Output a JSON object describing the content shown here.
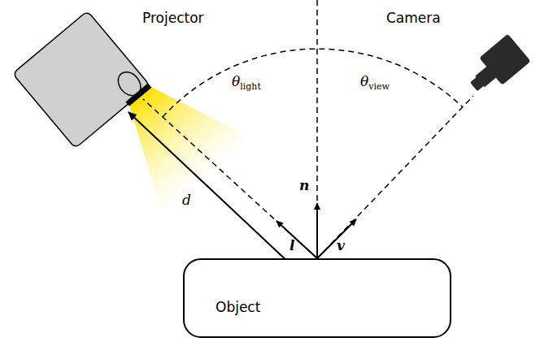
{
  "diagram": {
    "nodes": [
      {
        "text": [
          "Projector"
        ]
      },
      {
        "text": [
          "Camera"
        ]
      },
      {
        "text": [
          "Object"
        ]
      }
    ],
    "edges": [
      {
        "from": 0,
        "to": 2,
        "arrow": "both",
        "label": "d"
      }
    ],
    "labels": [
      "θlight",
      "θview",
      "n",
      "l",
      "v"
    ]
  }
}
